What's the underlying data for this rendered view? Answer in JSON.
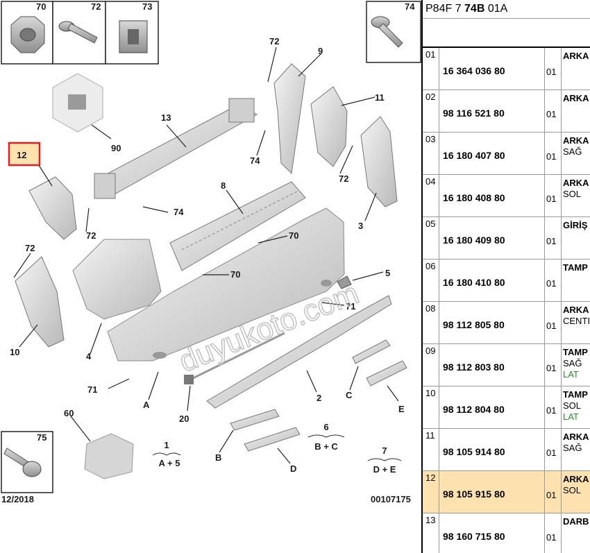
{
  "diagram": {
    "labels": {
      "l70": "70",
      "l72_box": "72",
      "l73": "73",
      "l74_box": "74",
      "l72_top": "72",
      "l9": "9",
      "l11": "11",
      "l13": "13",
      "l90": "90",
      "l74_a": "74",
      "l72_r": "72",
      "l12": "12",
      "l8": "8",
      "l74_b": "74",
      "l72_l": "72",
      "l3": "3",
      "l70_a": "70",
      "l72_ll": "72",
      "l70_b": "70",
      "l5": "5",
      "l71_a": "71",
      "l10": "10",
      "l4": "4",
      "l71_b": "71",
      "lA": "A",
      "l2": "2",
      "l20": "20",
      "lC": "C",
      "lE": "E",
      "l60": "60",
      "l75": "75",
      "l1": "1",
      "l1sub": "A + 5",
      "l6": "6",
      "l6sub": "B + C",
      "l7": "7",
      "l7sub": "D + E",
      "lB": "B",
      "lD": "D"
    },
    "date": "12/2018",
    "ref_code": "00107175",
    "watermark": "duyukoto.com",
    "highlight_color": "#e02020",
    "highlight_fill": "#fde2b0"
  },
  "parts_table": {
    "header": {
      "prefix": "P84F 7 ",
      "bold": "74B",
      "suffix": " 01A"
    },
    "rows": [
      {
        "idx": "01",
        "ref": "16 364 036 80",
        "qty": "01",
        "d1": "ARKA",
        "d2": "",
        "d3": "",
        "highlighted": false
      },
      {
        "idx": "02",
        "ref": "98 116 521 80",
        "qty": "01",
        "d1": "ARKA",
        "d2": "",
        "d3": "",
        "highlighted": false
      },
      {
        "idx": "03",
        "ref": "16 180 407 80",
        "qty": "01",
        "d1": "ARKA",
        "d2": "SAĞ",
        "d3": "",
        "highlighted": false
      },
      {
        "idx": "04",
        "ref": "16 180 408 80",
        "qty": "01",
        "d1": "ARKA",
        "d2": "SOL",
        "d3": "",
        "highlighted": false
      },
      {
        "idx": "05",
        "ref": "16 180 409 80",
        "qty": "01",
        "d1": "GİRİŞ",
        "d2": "",
        "d3": "",
        "highlighted": false
      },
      {
        "idx": "06",
        "ref": "16 180 410 80",
        "qty": "01",
        "d1": "TAMP",
        "d2": "",
        "d3": "",
        "highlighted": false
      },
      {
        "idx": "08",
        "ref": "98 112 805 80",
        "qty": "01",
        "d1": "ARKA",
        "d2": "CENTI",
        "d3": "",
        "highlighted": false
      },
      {
        "idx": "09",
        "ref": "98 112 803 80",
        "qty": "01",
        "d1": "TAMP",
        "d2": "SAĞ",
        "d3": "LAT",
        "highlighted": false
      },
      {
        "idx": "10",
        "ref": "98 112 804 80",
        "qty": "01",
        "d1": "TAMP",
        "d2": "SOL",
        "d3": "LAT",
        "highlighted": false
      },
      {
        "idx": "11",
        "ref": "98 105 914 80",
        "qty": "01",
        "d1": "ARKA",
        "d2": "SAĞ",
        "d3": "",
        "highlighted": false
      },
      {
        "idx": "12",
        "ref": "98 105 915 80",
        "qty": "01",
        "d1": "ARKA",
        "d2": "SOL",
        "d3": "",
        "highlighted": true
      },
      {
        "idx": "13",
        "ref": "98 160 715 80",
        "qty": "01",
        "d1": "DARB",
        "d2": "",
        "d3": "",
        "highlighted": false
      }
    ]
  }
}
